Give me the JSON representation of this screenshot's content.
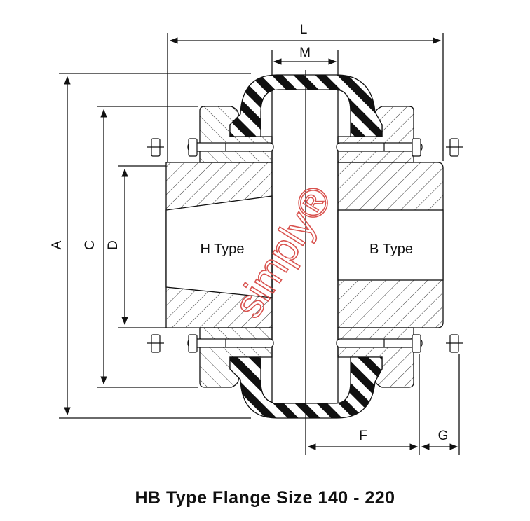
{
  "title": "HB Type Flange Size 140 - 220",
  "dimensions": {
    "L": "L",
    "M": "M",
    "A": "A",
    "C": "C",
    "D": "D",
    "F": "F",
    "G": "G"
  },
  "labels": {
    "left_hub": "H Type",
    "right_hub": "B Type"
  },
  "watermark": "simply®",
  "colors": {
    "line": "#111111",
    "watermark": "#d9534f"
  }
}
